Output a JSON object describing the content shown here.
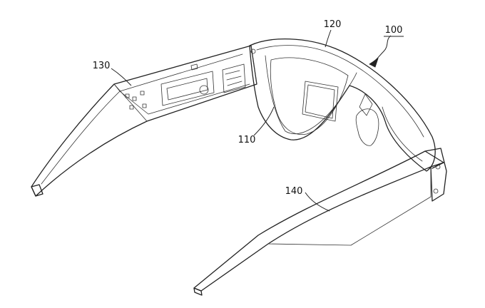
{
  "figure": {
    "reference_numerals": {
      "device": "100",
      "display": "110",
      "frame": "120",
      "first_temple": "130",
      "second_temple": "140"
    }
  }
}
